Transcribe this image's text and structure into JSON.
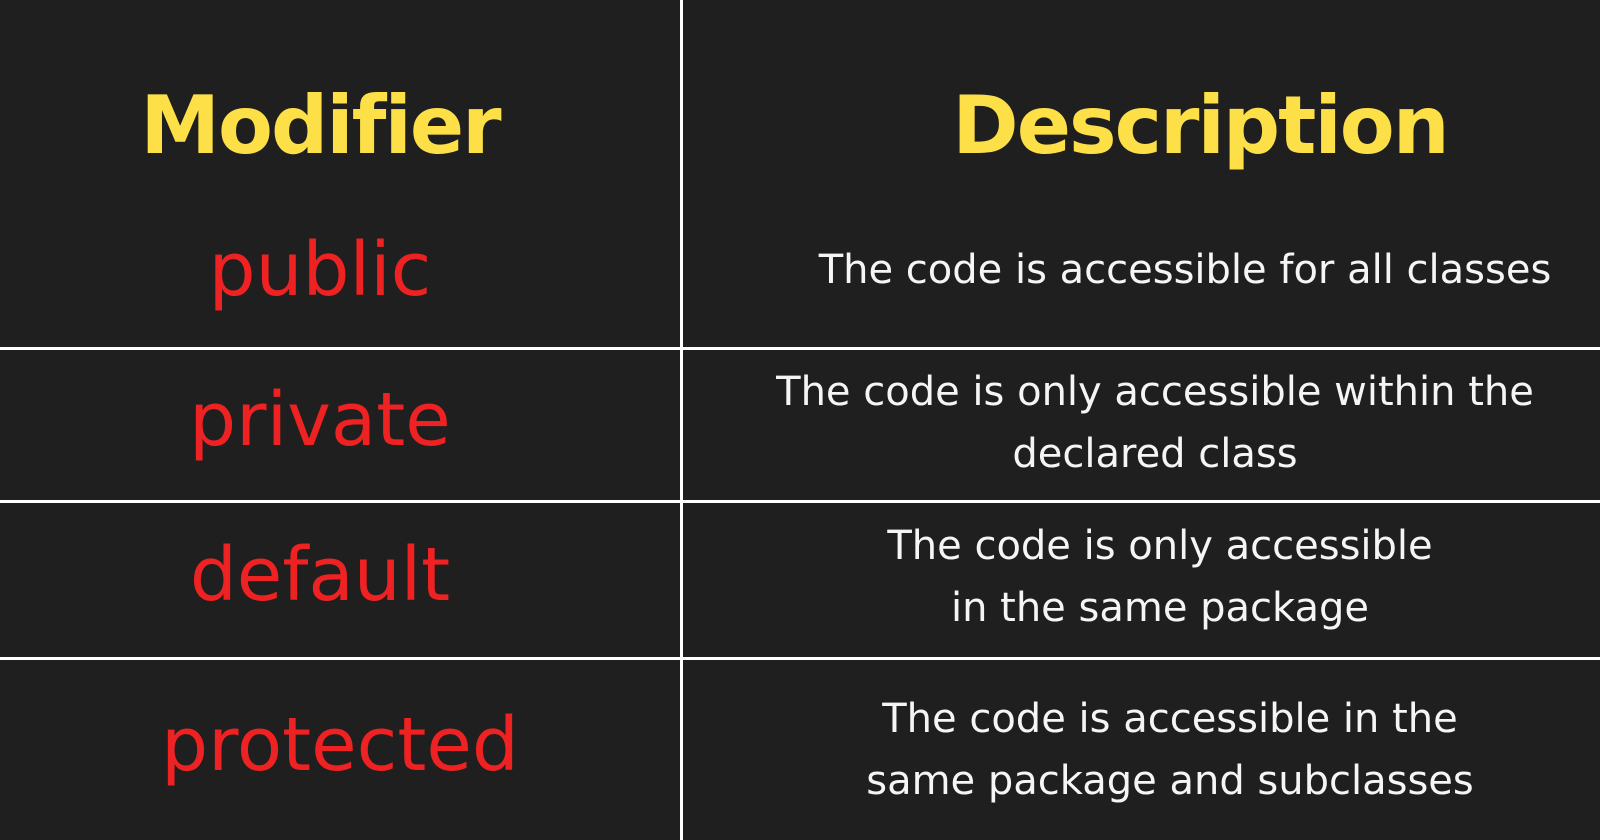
{
  "table": {
    "headers": {
      "modifier": "Modifier",
      "description": "Description"
    },
    "rows": [
      {
        "modifier": "public",
        "description_lines": [
          "The code is accessible for all classes"
        ]
      },
      {
        "modifier": "private",
        "description_lines": [
          "The code is only accessible within the",
          "declared class"
        ]
      },
      {
        "modifier": "default",
        "description_lines": [
          "The code is only accessible",
          "in the same package"
        ]
      },
      {
        "modifier": "protected",
        "description_lines": [
          "The code is accessible in the",
          "same package and subclasses"
        ]
      }
    ]
  },
  "colors": {
    "background": "#1f1f1f",
    "header_text": "#fde047",
    "modifier_text": "#ee2222",
    "description_text": "#f5f5f5",
    "grid_lines": "#ffffff"
  }
}
